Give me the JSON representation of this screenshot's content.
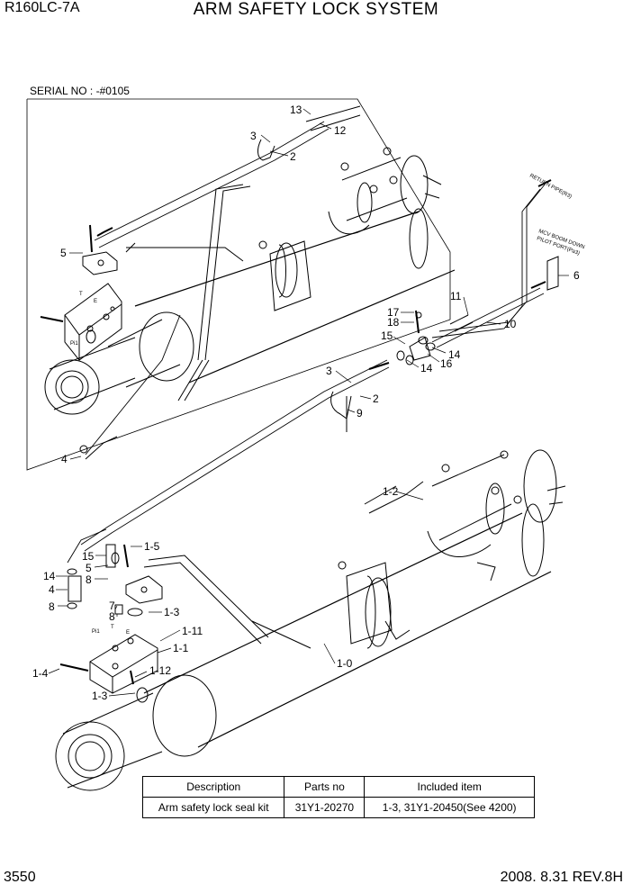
{
  "header": {
    "model": "R160LC-7A",
    "title": "ARM SAFETY LOCK SYSTEM"
  },
  "serial": "SERIAL NO : -#0105",
  "callouts": {
    "c13": "13",
    "c12": "12",
    "c3a": "3",
    "c2a": "2",
    "c5a": "5",
    "c4a": "4",
    "c6": "6",
    "c11": "11",
    "c10": "10",
    "c17": "17",
    "c18": "18",
    "c15a": "15",
    "c14a": "14",
    "c14b": "14",
    "c16": "16",
    "c3b": "3",
    "c2b": "2",
    "c9": "9",
    "c1_2": "1-2",
    "c1_5": "1-5",
    "c15b": "15",
    "c5b": "5",
    "c8a": "8",
    "c14c": "14",
    "c4b": "4",
    "c8b": "8",
    "c7": "7",
    "c8c": "8",
    "c1_3a": "1-3",
    "c1_11": "1-11",
    "c1_1": "1-1",
    "c1_4": "1-4",
    "c1_12": "1-12",
    "c1_3b": "1-3",
    "c1_0": "1-0"
  },
  "diagram_text": {
    "return_pipe": "RETURN PIPE(R3)",
    "boom_down_1": "MCV BOOM DOWN",
    "boom_down_2": "PILOT PORT(Pa3)",
    "port_t_a": "T",
    "port_e_a": "E",
    "port_pi1_a": "Pi1",
    "port_t_b": "T",
    "port_e_b": "E",
    "port_pi1_b": "Pi1"
  },
  "table": {
    "headers": [
      "Description",
      "Parts no",
      "Included item"
    ],
    "rows": [
      [
        "Arm safety lock seal kit",
        "31Y1-20270",
        "1-3, 31Y1-20450(See 4200)"
      ]
    ]
  },
  "footer": {
    "page": "3550",
    "revision": "2008. 8.31  REV.8H"
  }
}
